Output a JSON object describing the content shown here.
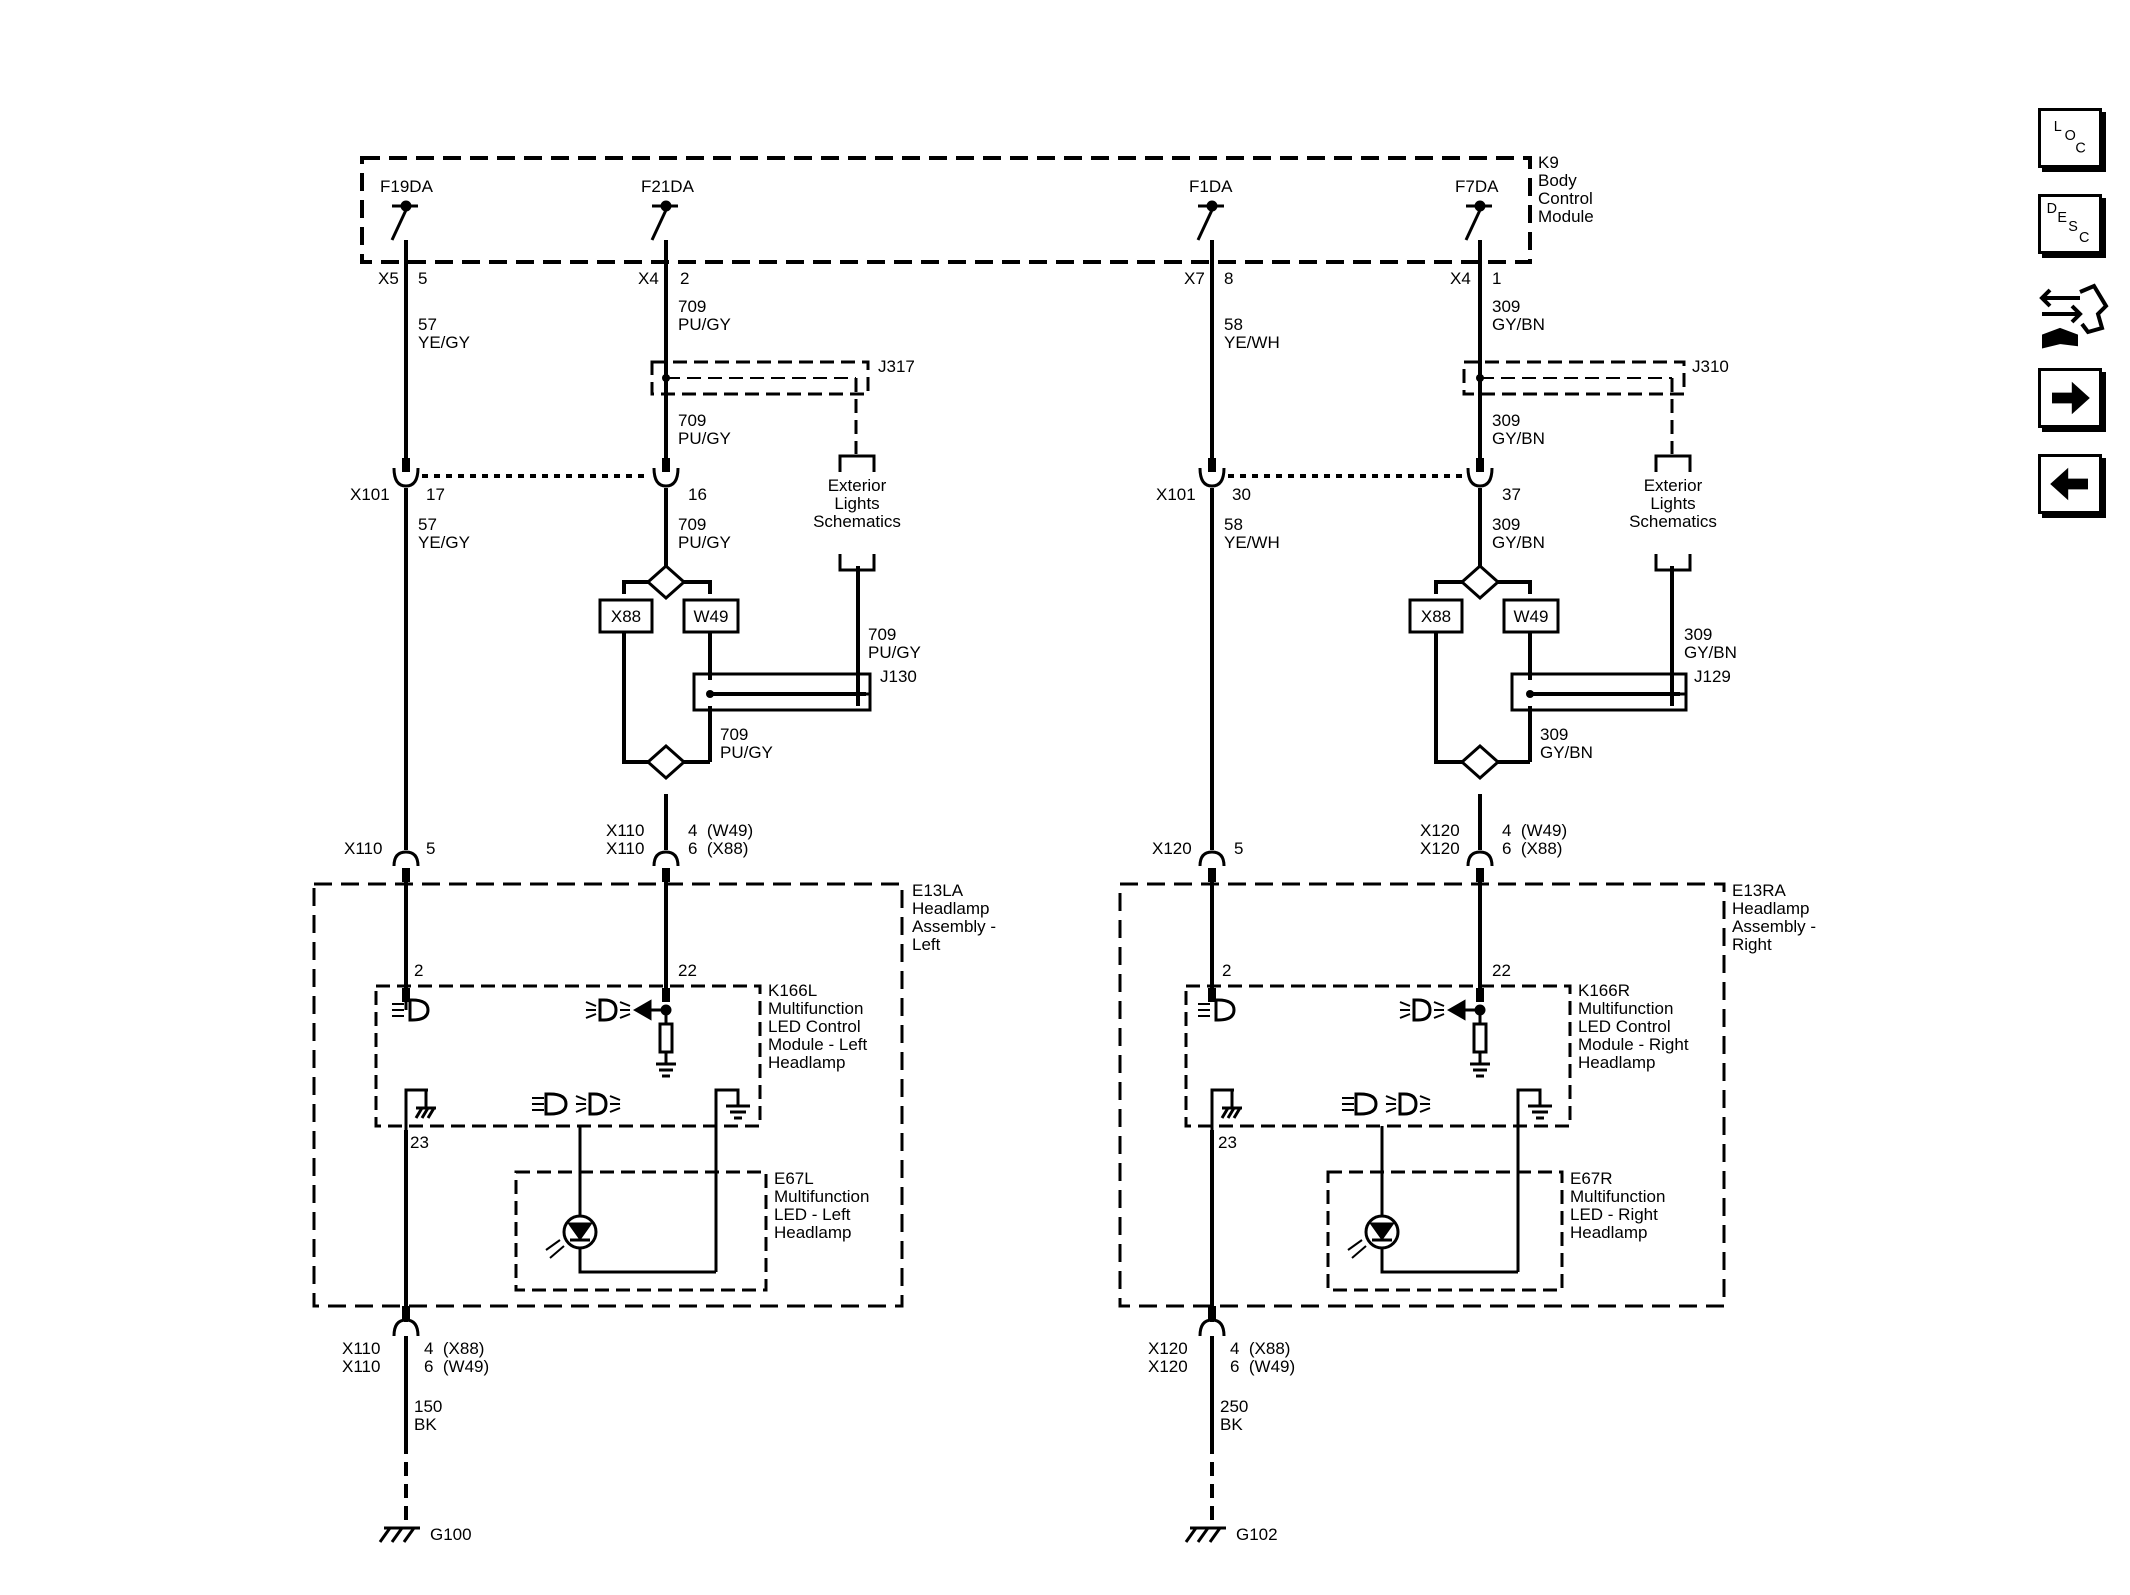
{
  "module_k9": {
    "id": "K9",
    "name_lines": [
      "Body",
      "Control",
      "Module"
    ]
  },
  "left": {
    "fuse_a": "F19DA",
    "fuse_b": "F21DA",
    "conn_a": "X5",
    "pin_a": "5",
    "conn_b": "X4",
    "pin_b": "2",
    "wire_a": {
      "circuit": "57",
      "color": "YE/GY"
    },
    "wire_b": {
      "circuit": "709",
      "color": "PU/GY"
    },
    "splice_top": "J317",
    "splice_mid": "J130",
    "x101": {
      "conn": "X101",
      "pin_a": "17",
      "pin_b": "16"
    },
    "exterior_lights": [
      "Exterior",
      "Lights",
      "Schematics"
    ],
    "option_x88": "X88",
    "option_w49": "W49",
    "lower_conn": {
      "conn_a": "X110",
      "pin_a": "5",
      "conn_b1": "X110",
      "conn_b2": "X110",
      "pin_b1": "4  (W49)",
      "pin_b2": "6  (X88)"
    },
    "assembly": {
      "id": "E13LA",
      "name_lines": [
        "Headlamp",
        "Assembly -",
        "Left"
      ]
    },
    "module_k166": {
      "id": "K166L",
      "name_lines": [
        "Multifunction",
        "LED Control",
        "Module - Left",
        "Headlamp"
      ],
      "pin_in_a": "2",
      "pin_in_b": "22",
      "pin_gnd": "23"
    },
    "led": {
      "id": "E67L",
      "name_lines": [
        "Multifunction",
        "LED - Left",
        "Headlamp"
      ]
    },
    "ground_conn": {
      "conn_1": "X110",
      "conn_2": "X110",
      "pin_1": "4  (X88)",
      "pin_2": "6  (W49)"
    },
    "ground_wire": {
      "circuit": "150",
      "color": "BK"
    },
    "ground": "G100"
  },
  "right": {
    "fuse_a": "F1DA",
    "fuse_b": "F7DA",
    "conn_a": "X7",
    "pin_a": "8",
    "conn_b": "X4",
    "pin_b": "1",
    "wire_a": {
      "circuit": "58",
      "color": "YE/WH"
    },
    "wire_b": {
      "circuit": "309",
      "color": "GY/BN"
    },
    "splice_top": "J310",
    "splice_mid": "J129",
    "x101": {
      "conn": "X101",
      "pin_a": "30",
      "pin_b": "37"
    },
    "exterior_lights": [
      "Exterior",
      "Lights",
      "Schematics"
    ],
    "option_x88": "X88",
    "option_w49": "W49",
    "lower_conn": {
      "conn_a": "X120",
      "pin_a": "5",
      "conn_b1": "X120",
      "conn_b2": "X120",
      "pin_b1": "4  (W49)",
      "pin_b2": "6  (X88)"
    },
    "assembly": {
      "id": "E13RA",
      "name_lines": [
        "Headlamp",
        "Assembly -",
        "Right"
      ]
    },
    "module_k166": {
      "id": "K166R",
      "name_lines": [
        "Multifunction",
        "LED Control",
        "Module - Right",
        "Headlamp"
      ],
      "pin_in_a": "2",
      "pin_in_b": "22",
      "pin_gnd": "23"
    },
    "led": {
      "id": "E67R",
      "name_lines": [
        "Multifunction",
        "LED - Right",
        "Headlamp"
      ]
    },
    "ground_conn": {
      "conn_1": "X120",
      "conn_2": "X120",
      "pin_1": "4  (X88)",
      "pin_2": "6  (W49)"
    },
    "ground_wire": {
      "circuit": "250",
      "color": "BK"
    },
    "ground": "G102"
  },
  "nav": {
    "loc": [
      "L",
      "O",
      "C"
    ],
    "desc": [
      "D",
      "E",
      "S",
      "C"
    ],
    "icons": [
      "component-locator-icon",
      "description-icon",
      "tools-icon",
      "next-arrow-icon",
      "previous-arrow-icon"
    ]
  }
}
